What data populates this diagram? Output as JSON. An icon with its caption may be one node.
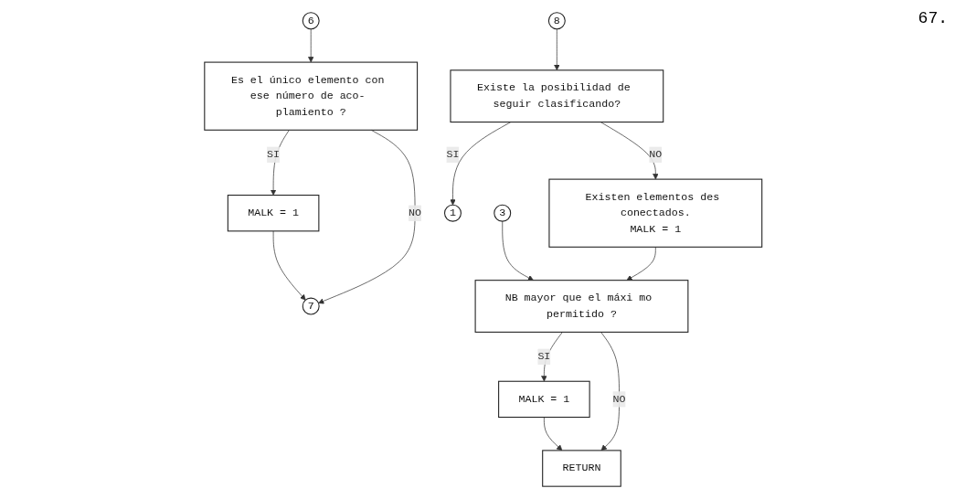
{
  "diagram": {
    "nodes": [
      {
        "text": [
          "6"
        ]
      },
      {
        "text": [
          "Es el único elemento con ese número de aco- plamiento ?"
        ]
      },
      {
        "text": [
          "MALK = 1"
        ]
      },
      {
        "text": [
          "7"
        ]
      },
      {
        "text": [
          "Existe la posibilidad de seguir clasificando?"
        ]
      },
      {
        "text": [
          "8"
        ]
      },
      {
        "text": [
          "1"
        ]
      },
      {
        "text": [
          "Existen elementos des conectados.",
          "MALK = 1"
        ]
      },
      {
        "text": [
          "3"
        ]
      },
      {
        "text": [
          "NB mayor que el máxi mo permitido ?"
        ]
      },
      {
        "text": [
          "MALK = 1"
        ]
      },
      {
        "text": [
          "RETURN"
        ]
      }
    ],
    "edges": [
      {
        "from": 0,
        "to": 1,
        "arrow": "to"
      },
      {
        "from": 1,
        "to": 2,
        "arrow": "to",
        "label": "SI"
      },
      {
        "from": 1,
        "to": 3,
        "arrow": "to",
        "label": "NO"
      },
      {
        "from": 2,
        "to": 3,
        "arrow": "to"
      },
      {
        "from": 5,
        "to": 4,
        "arrow": "to"
      },
      {
        "from": 4,
        "to": 6,
        "arrow": "to",
        "label": "SI"
      },
      {
        "from": 4,
        "to": 7,
        "arrow": "to",
        "label": "NO"
      },
      {
        "from": 7,
        "to": 9,
        "arrow": "to"
      },
      {
        "from": 8,
        "to": 9,
        "arrow": "to"
      },
      {
        "from": 9,
        "to": 10,
        "arrow": "to",
        "label": "SI"
      },
      {
        "from": 9,
        "to": 11,
        "arrow": "to",
        "label": "NO"
      },
      {
        "from": 10,
        "to": 11,
        "arrow": "to"
      }
    ],
    "labels": [
      "67."
    ]
  }
}
